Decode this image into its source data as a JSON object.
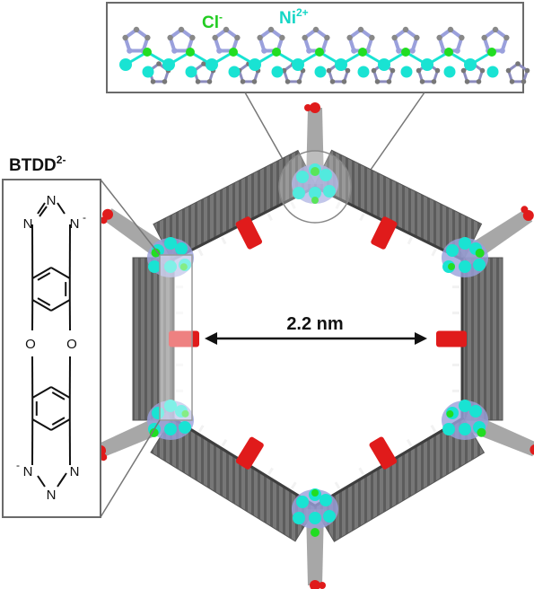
{
  "labels": {
    "ligand": "BTDD",
    "ligand_charge": "2-",
    "chloride": "Cl",
    "chloride_charge": "-",
    "nickel": "Ni",
    "nickel_charge": "2+",
    "pore_size": "2.2 nm"
  },
  "ligand_atoms": {
    "n1": "N",
    "n2": "N",
    "n3": "N",
    "n4": "N",
    "n5": "N",
    "n6": "N",
    "o1": "O",
    "o2": "O",
    "n_charge_top": "-",
    "n_charge_bottom": "-"
  },
  "colors": {
    "framework_gray": "#6f6f6f",
    "oxygen_red": "#e01b1b",
    "nickel_cyan": "#19e3d3",
    "chloride_green": "#22dd22",
    "nitrogen_blue": "#9aa0dc",
    "chloride_text": "#22cc22",
    "nickel_text": "#15d6c6"
  }
}
